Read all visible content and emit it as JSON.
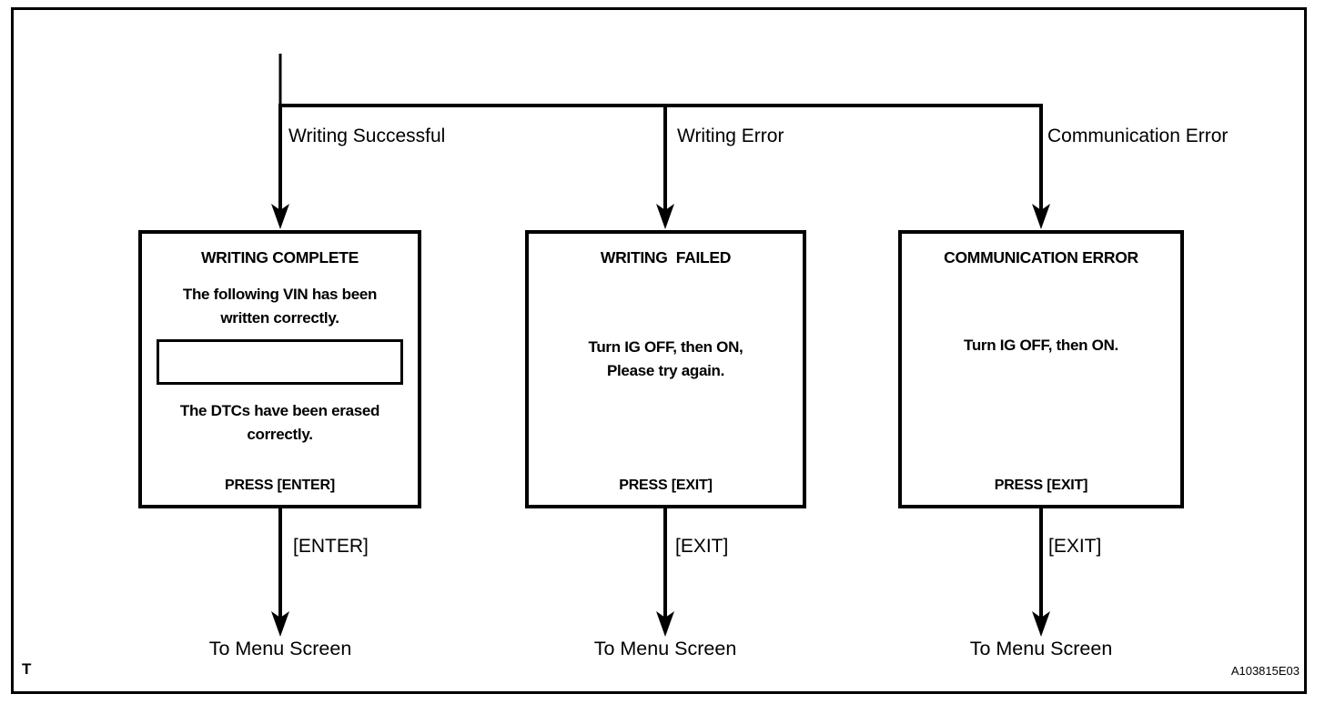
{
  "figure": {
    "corner_label": "T",
    "figure_code": "A103815E03"
  },
  "colors": {
    "line": "#000000",
    "background": "#ffffff"
  },
  "branches": [
    {
      "condition": "Writing Successful",
      "screen": {
        "title": "WRITING COMPLETE",
        "body_top": [
          "The following VIN has been",
          "written correctly."
        ],
        "vin_field_value": "",
        "body_bottom": [
          "The DTCs have been erased",
          "correctly."
        ],
        "press_label": "PRESS [ENTER]"
      },
      "key_label": "[ENTER]",
      "destination": "To Menu Screen"
    },
    {
      "condition": "Writing Error",
      "screen": {
        "title": "WRITING  FAILED",
        "body": [
          "Turn IG OFF, then ON,",
          "Please try again."
        ],
        "press_label": "PRESS [EXIT]"
      },
      "key_label": "[EXIT]",
      "destination": "To Menu Screen"
    },
    {
      "condition": "Communication Error",
      "screen": {
        "title": "COMMUNICATION ERROR",
        "body": [
          "Turn IG OFF, then ON."
        ],
        "press_label": "PRESS [EXIT]"
      },
      "key_label": "[EXIT]",
      "destination": "To Menu Screen"
    }
  ]
}
